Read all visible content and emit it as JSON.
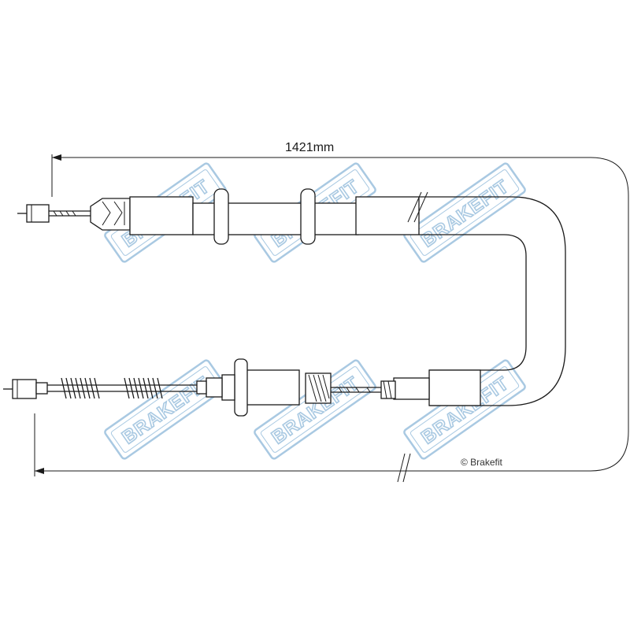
{
  "dimension": {
    "label": "1421mm"
  },
  "copyright": {
    "label": "© Brakefit"
  },
  "watermark": {
    "text": "BRAKEFIT",
    "color": "#a9c9e2"
  },
  "colors": {
    "line": "#1a1a1a",
    "background": "#ffffff"
  }
}
